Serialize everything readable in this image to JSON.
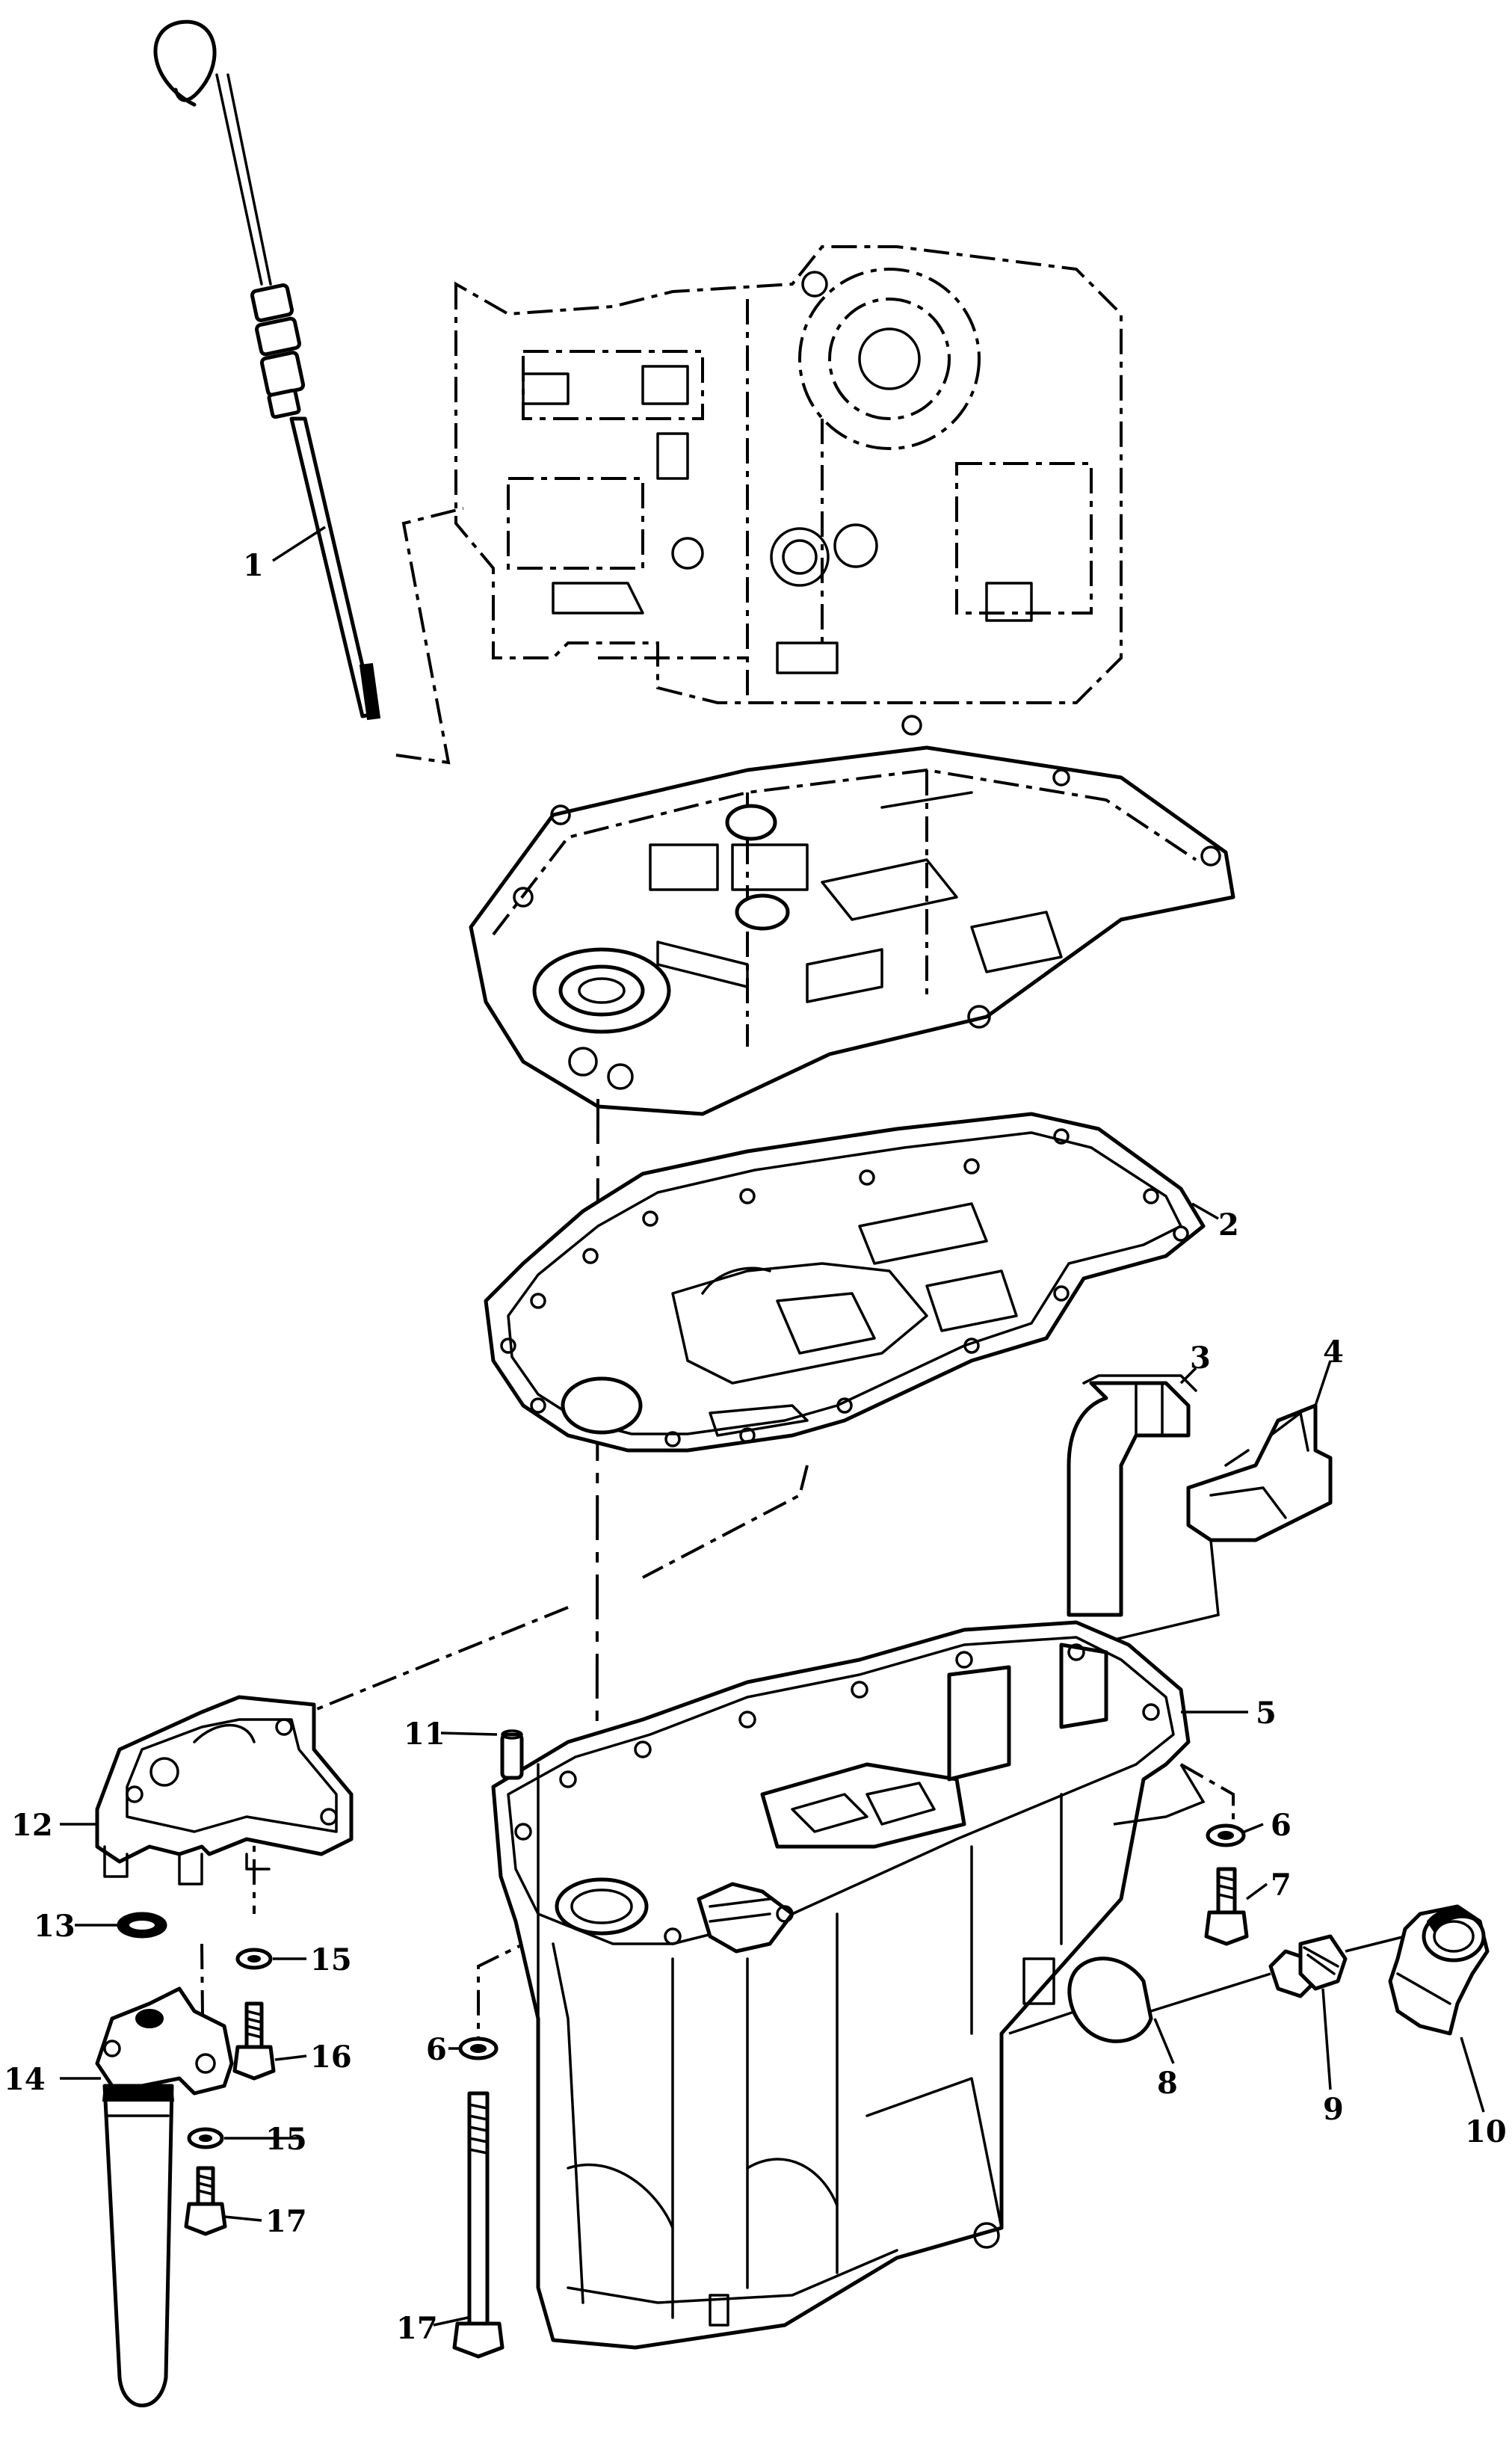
{
  "diagram": {
    "callouts": [
      {
        "id": "1",
        "text": "1"
      },
      {
        "id": "2",
        "text": "2"
      },
      {
        "id": "3",
        "text": "3"
      },
      {
        "id": "4",
        "text": "4"
      },
      {
        "id": "5",
        "text": "5"
      },
      {
        "id": "6a",
        "text": "6"
      },
      {
        "id": "6b",
        "text": "6"
      },
      {
        "id": "7",
        "text": "7"
      },
      {
        "id": "8",
        "text": "8"
      },
      {
        "id": "9",
        "text": "9"
      },
      {
        "id": "10",
        "text": "10"
      },
      {
        "id": "11",
        "text": "11"
      },
      {
        "id": "12",
        "text": "12"
      },
      {
        "id": "13",
        "text": "13"
      },
      {
        "id": "14",
        "text": "14"
      },
      {
        "id": "15a",
        "text": "15"
      },
      {
        "id": "15b",
        "text": "15"
      },
      {
        "id": "16",
        "text": "16"
      },
      {
        "id": "17a",
        "text": "17"
      },
      {
        "id": "17b",
        "text": "17"
      }
    ]
  }
}
